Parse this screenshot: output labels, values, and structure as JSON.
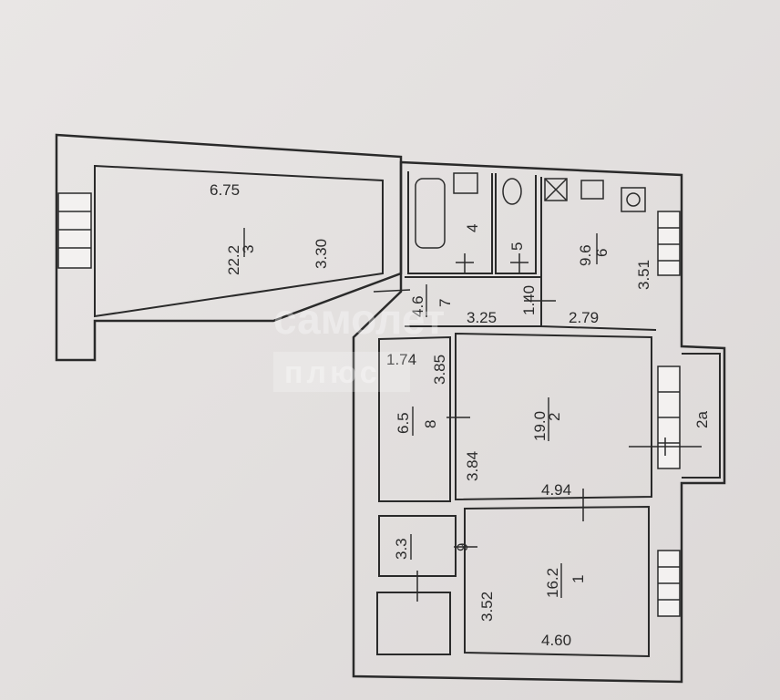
{
  "rooms": [
    {
      "id": "3",
      "number": "3",
      "area": "22.2",
      "dims": [
        "6.75",
        "3.30"
      ]
    },
    {
      "id": "4",
      "number": "4"
    },
    {
      "id": "5",
      "number": "5"
    },
    {
      "id": "6",
      "number": "6",
      "area": "9.6",
      "dims": [
        "3.51",
        "2.79"
      ]
    },
    {
      "id": "7",
      "number": "7",
      "area": "4.6",
      "dims": [
        "1.40",
        "3.25"
      ]
    },
    {
      "id": "8",
      "number": "8",
      "area": "6.5",
      "dims": [
        "1.74",
        "3.85",
        "3.84"
      ]
    },
    {
      "id": "2",
      "number": "2",
      "area": "19.0",
      "dims": [
        "4.94"
      ]
    },
    {
      "id": "2a",
      "number": "2а"
    },
    {
      "id": "9",
      "number": "9",
      "area": "3.3"
    },
    {
      "id": "1",
      "number": "1",
      "area": "16.2",
      "dims": [
        "3.52",
        "4.60"
      ]
    }
  ],
  "watermark": {
    "line1": "самолет",
    "line2": "плюс"
  },
  "colors": {
    "wall": "#2a2a2a",
    "paper": "#e6e3e2"
  }
}
